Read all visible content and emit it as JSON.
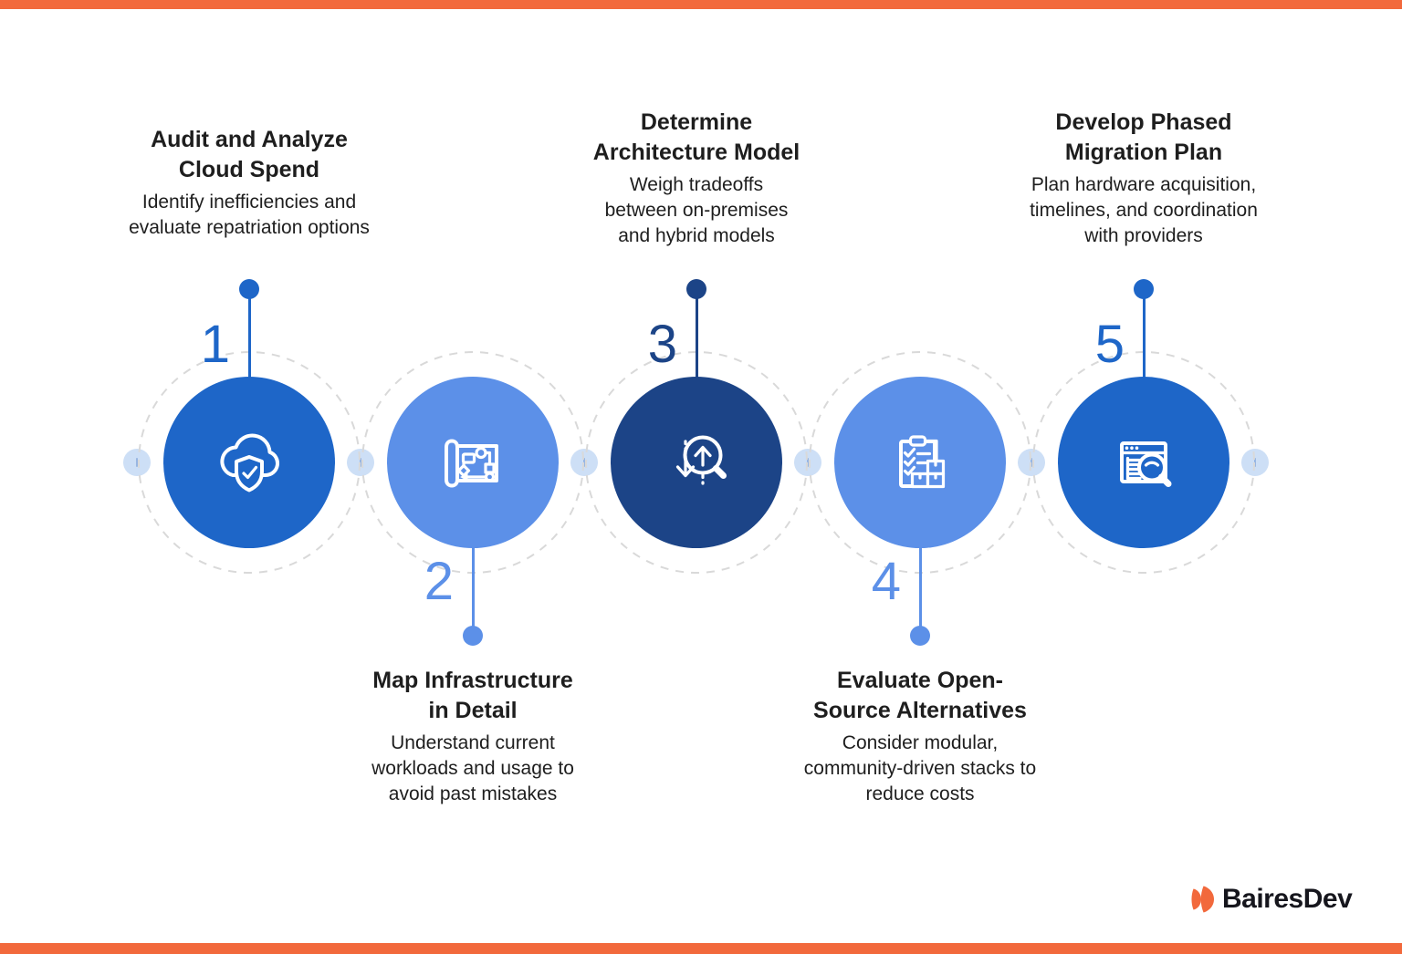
{
  "palette": {
    "orange": "#F2693C",
    "blue": "#1E66C8",
    "light": "#5C90E8",
    "navy": "#1C4487",
    "pale": "#CDDFF6",
    "ring": "#D9D9D9",
    "ink": "#1E1E1E"
  },
  "steps": [
    {
      "number": "1",
      "title": "Audit and Analyze\nCloud Spend",
      "description": "Identify inefficiencies and\nevaluate repatriation options",
      "icon": "cloud-shield-check-icon"
    },
    {
      "number": "2",
      "title": "Map Infrastructure\nin Detail",
      "description": "Understand current\nworkloads and usage to\navoid past mistakes",
      "icon": "blueprint-flowchart-icon"
    },
    {
      "number": "3",
      "title": "Determine\nArchitecture Model",
      "description": "Weigh tradeoffs\nbetween on-premises\nand hybrid models",
      "icon": "magnifier-arrows-icon"
    },
    {
      "number": "4",
      "title": "Evaluate Open-\nSource Alternatives",
      "description": "Consider modular,\ncommunity-driven stacks to\nreduce costs",
      "icon": "checklist-boxes-icon"
    },
    {
      "number": "5",
      "title": "Develop Phased\nMigration Plan",
      "description": "Plan hardware acquisition,\ntimelines, and coordination\nwith providers",
      "icon": "browser-search-icon"
    }
  ],
  "logo": {
    "brand": "BairesDev"
  }
}
